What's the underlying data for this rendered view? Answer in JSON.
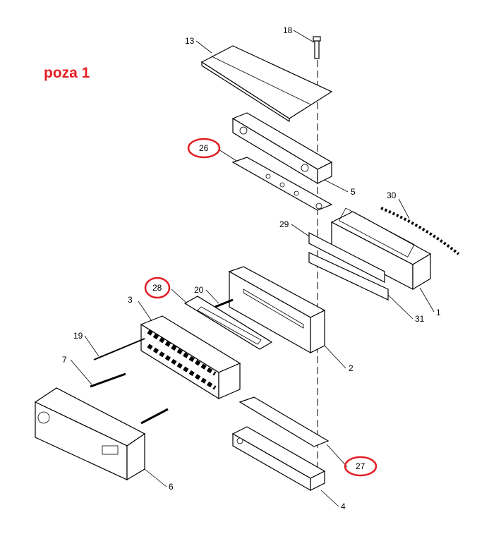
{
  "title": "poza 1",
  "accent": "#e31e24",
  "callouts": {
    "c13": "13",
    "c18": "18",
    "c26": "26",
    "c5": "5",
    "c30": "30",
    "c29": "29",
    "c1": "1",
    "c31": "31",
    "c28": "28",
    "c20": "20",
    "c3": "3",
    "c19": "19",
    "c7": "7",
    "c2": "2",
    "c6": "6",
    "c27": "27",
    "c4": "4"
  },
  "highlighted": [
    "26",
    "28",
    "27"
  ]
}
